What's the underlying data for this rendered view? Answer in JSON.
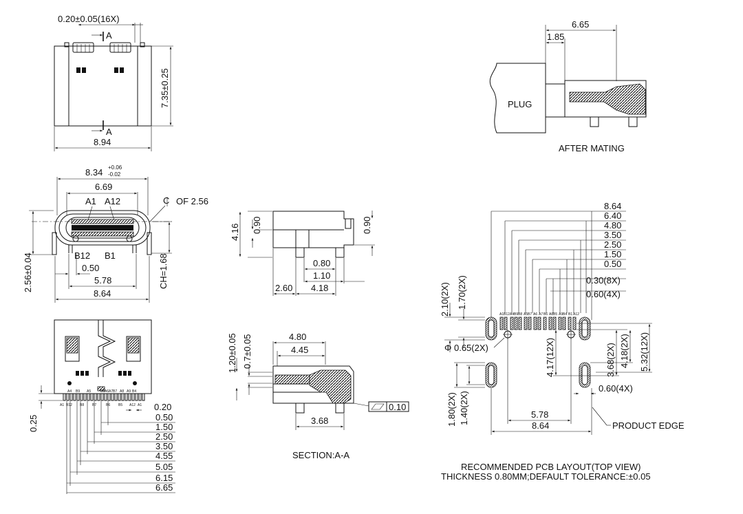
{
  "top_view": {
    "pitch": "0.20±0.05(16X)",
    "section_a_top": "A",
    "section_a_bottom": "A",
    "height": "7.35±0.25",
    "width": "8.94"
  },
  "front_view": {
    "width_tol": "8.34",
    "tol_plus": "+0.06",
    "tol_minus": "-0.02",
    "inner_width": "6.69",
    "label_a1": "A1",
    "label_a12": "A12",
    "centerline_symbol": "C",
    "centerline_text": "OF  2.56",
    "label_b12": "B12",
    "label_b1": "B1",
    "pitch": "0.50",
    "leg_span": "5.78",
    "overall": "8.64",
    "height": "2.56±0.04",
    "ch": "CH=1.68"
  },
  "side_view": {
    "height": "4.16",
    "left_offset": "0.90",
    "right_offset": "0.90",
    "dim_080": "0.80",
    "dim_110": "1.10",
    "dim_260": "2.60",
    "dim_418": "4.18"
  },
  "section_view": {
    "dim_120": "1.20±0.05",
    "dim_07": "0.7±0.05",
    "dim_480": "4.80",
    "dim_445": "4.45",
    "dim_368": "3.68",
    "flatness": "0.10",
    "caption": "SECTION:A-A"
  },
  "bottom_view": {
    "dim_025": "0.25",
    "dim_020": "0.20",
    "pins_top": [
      "A4",
      "B9",
      "A5",
      "B8",
      "A6",
      "A7",
      "B7",
      "A8",
      "A9",
      "B4"
    ],
    "pins_bottom": [
      "A1",
      "B12",
      "B8",
      "B7",
      "B6",
      "B5",
      "A12",
      "A1"
    ],
    "dims": [
      "0.50",
      "1.50",
      "2.50",
      "3.50",
      "4.55",
      "5.05",
      "6.15",
      "6.65"
    ]
  },
  "mating_view": {
    "dim_665": "6.65",
    "dim_185": "1.85",
    "plug_label": "PLUG",
    "caption": "AFTER MATING"
  },
  "pcb_layout": {
    "dims_top": [
      "8.64",
      "6.40",
      "4.80",
      "3.50",
      "2.50",
      "1.50",
      "0.50",
      "0.30(8X)",
      "0.60(4X)"
    ],
    "dim_210": "2.10(2X)",
    "dim_170": "1.70(2X)",
    "dim_phi": "Φ 0.65(2X)",
    "dim_417": "4.17(12X)",
    "dim_368": "3.68(2X)",
    "dim_418": "4.18(2X)",
    "dim_532": "5.32(12X)",
    "dim_060b": "0.60(4X)",
    "dim_180": "1.80(2X)",
    "dim_140": "1.40(2X)",
    "dim_578": "5.78",
    "dim_864": "8.64",
    "product_edge": "PRODUCT EDGE",
    "pad_labels": [
      "A1",
      "B12",
      "A4",
      "B9",
      "B8",
      "A5",
      "B7",
      "A6",
      "A7",
      "B6",
      "A8",
      "B5",
      "A9",
      "B4",
      "B1",
      "A12"
    ],
    "caption_line1": "RECOMMENDED PCB LAYOUT(TOP VIEW)",
    "caption_line2": "THICKNESS 0.80MM;DEFAULT TOLERANCE:±0.05"
  }
}
